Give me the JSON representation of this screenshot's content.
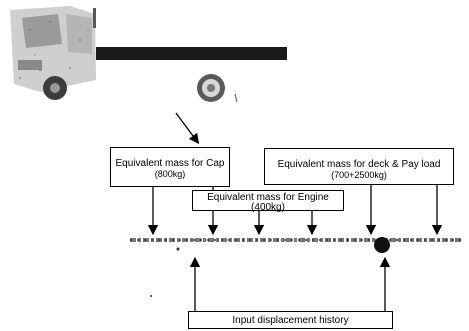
{
  "boxes": {
    "cap": {
      "line1": "Equivalent mass for Cap",
      "line2": "(800kg)"
    },
    "deck": {
      "line1": "Equivalent mass for deck & Pay load",
      "line2": "(700+2500kg)"
    },
    "engine": {
      "line1": "Equivalent mass for Engine",
      "line2": "(400kg)"
    },
    "input": {
      "line1": "Input displacement history"
    }
  },
  "colors": {
    "stroke": "#000000",
    "truck_body": "#1a1a1a",
    "truck_cab": "#c8c8c8"
  }
}
